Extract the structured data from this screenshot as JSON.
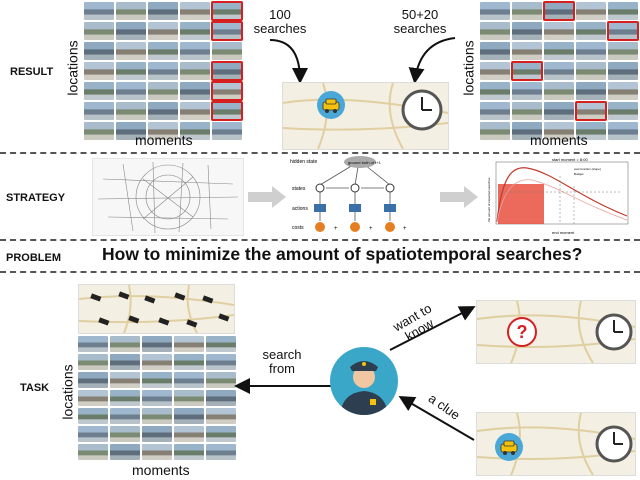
{
  "rows": {
    "result": "RESULT",
    "strategy": "STRATEGY",
    "problem": "PROBLEM",
    "task": "TASK"
  },
  "axes": {
    "locations": "locations",
    "moments": "moments"
  },
  "result": {
    "left_searches_count": "100",
    "left_searches_word": "searches",
    "right_searches_count": "50+20",
    "right_searches_word": "searches",
    "left_grid_selected": [
      [
        0,
        4
      ],
      [
        1,
        4
      ],
      [
        3,
        4
      ],
      [
        4,
        4
      ],
      [
        5,
        4
      ]
    ],
    "right_grid_selected": [
      [
        0,
        2
      ],
      [
        1,
        4
      ],
      [
        3,
        1
      ],
      [
        5,
        3
      ]
    ]
  },
  "strategy": {
    "hmm": {
      "hidden_state": "hidden state",
      "ground_truth": "ground truth of t+1",
      "states": "states",
      "actions": "actions",
      "costs": "costs",
      "plus": "+"
    },
    "plot_title": "start moment = 8:00",
    "plot_legend": [
      "cost function (slope)",
      "Budget"
    ],
    "plot_xlabel": "end moment",
    "plot_ylabel": "the amount of expected searches"
  },
  "problem": {
    "question": "How to minimize the amount of spatiotemporal searches?"
  },
  "task": {
    "want_line1": "want to",
    "want_line2": "know",
    "clue": "a clue",
    "search_line1": "search",
    "search_line2": "from",
    "question_mark": "?"
  },
  "colors": {
    "highlight": "#d62020",
    "bar": "#e8503f",
    "curve": "#c0392b",
    "hmm_node": "#3a6fa8",
    "cost_node": "#e67e22",
    "officer_bg": "#3aa7c9"
  },
  "icons": [
    "clock-icon",
    "car-icon",
    "officer-icon",
    "camera-icon",
    "question-icon"
  ]
}
